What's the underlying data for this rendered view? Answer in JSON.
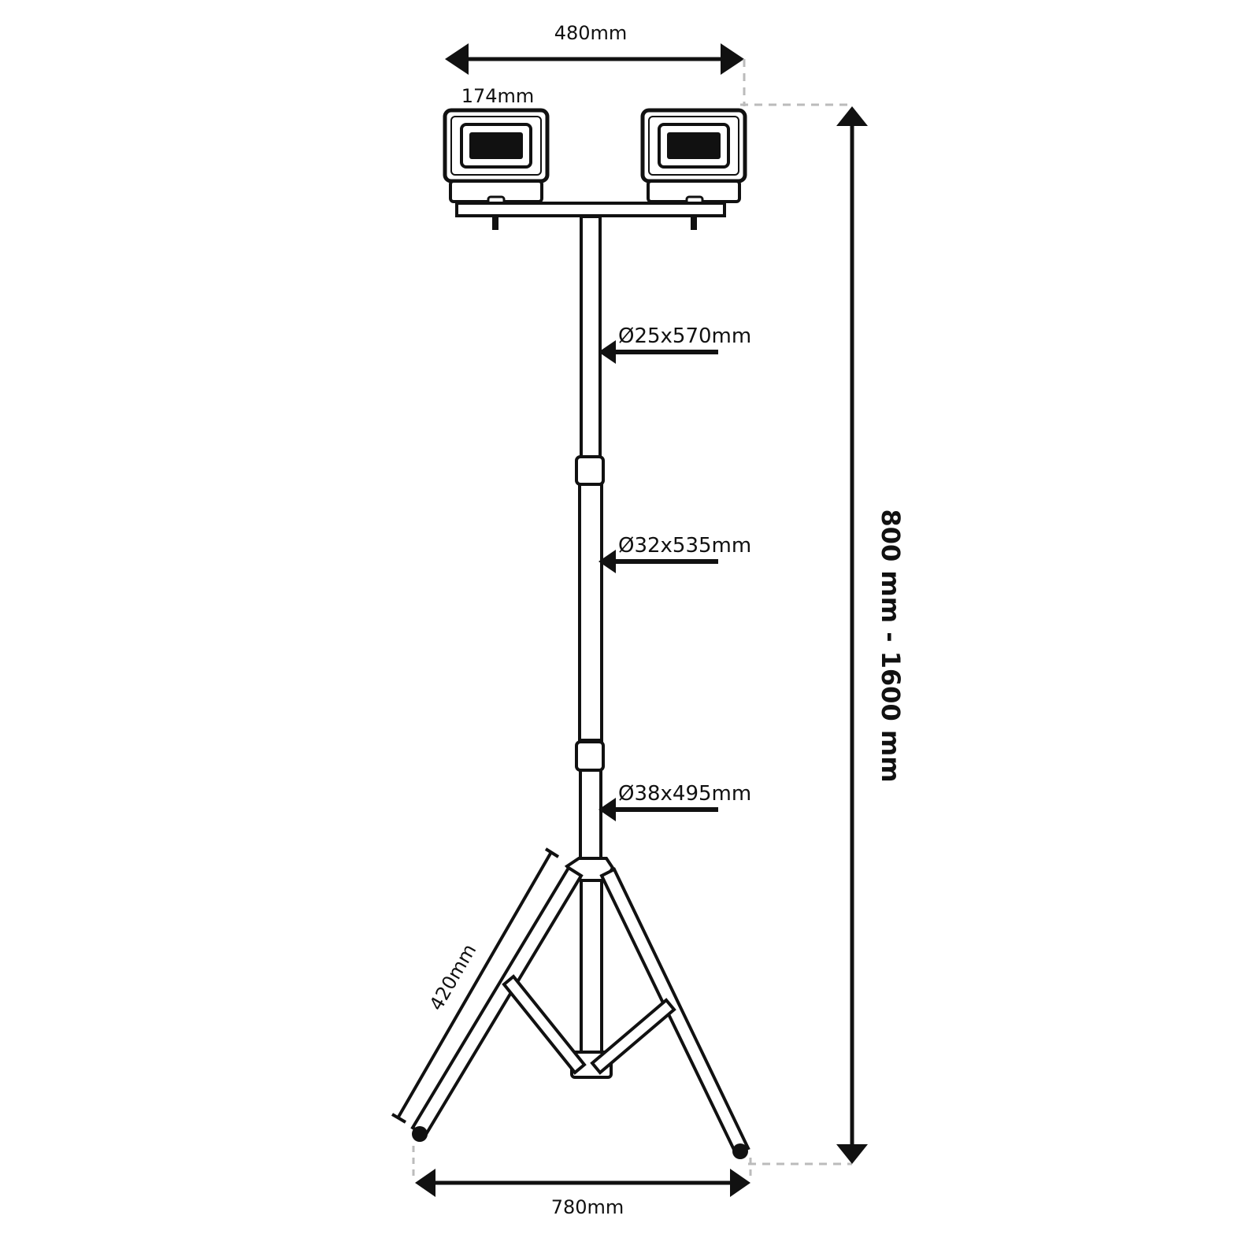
{
  "dimensions": {
    "total_width": "480mm",
    "lamp_width": "174mm",
    "height_range": "800 mm - 1600 mm",
    "tube_top": "Ø25x570mm",
    "tube_middle": "Ø32x535mm",
    "tube_bottom": "Ø38x495mm",
    "leg_length": "420mm",
    "base_width": "780mm"
  },
  "colors": {
    "line": "#111111",
    "background": "#ffffff",
    "guide": "#bbbbbb"
  },
  "icons": [
    "floodlight-icon",
    "tripod-stand-icon",
    "arrow-icon"
  ]
}
